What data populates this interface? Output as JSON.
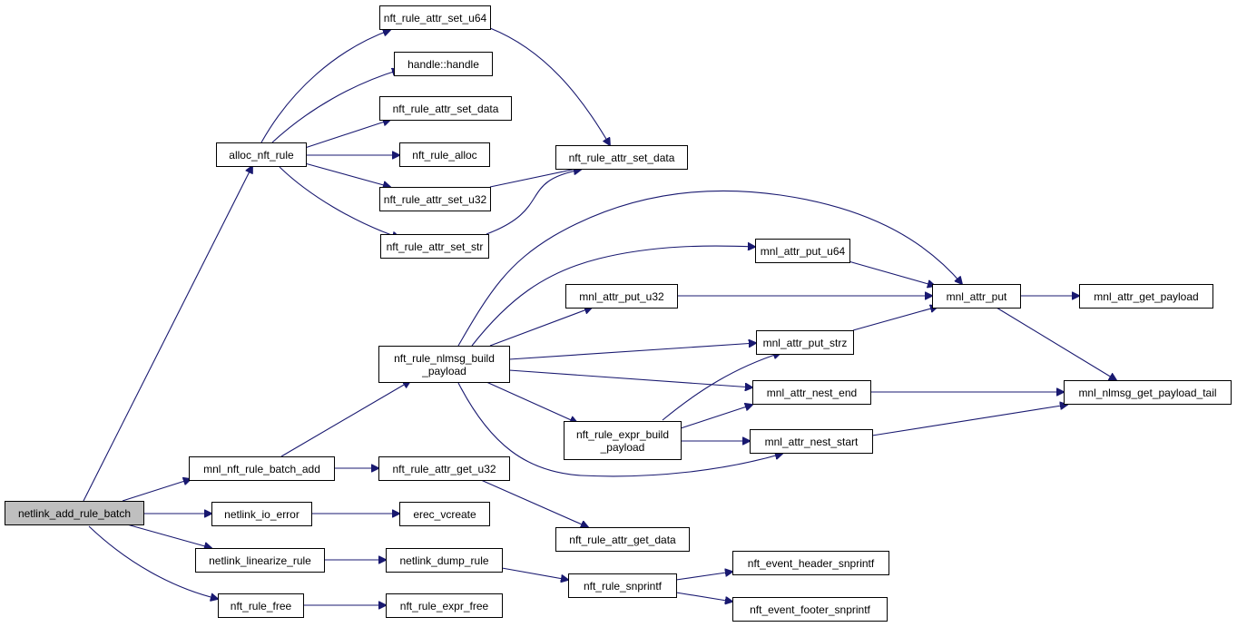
{
  "graph": {
    "nodes": {
      "n_netlink_add_rule_batch": "netlink_add_rule_batch",
      "n_alloc_nft_rule": "alloc_nft_rule",
      "n_mnl_nft_rule_batch_add": "mnl_nft_rule_batch_add",
      "n_netlink_io_error": "netlink_io_error",
      "n_netlink_linearize_rule": "netlink_linearize_rule",
      "n_nft_rule_free": "nft_rule_free",
      "n_nft_rule_attr_set_u64": "nft_rule_attr_set_u64",
      "n_handle_handle": "handle::handle",
      "n_nft_rule_attr_set_data_a": "nft_rule_attr_set_data",
      "n_nft_rule_alloc": "nft_rule_alloc",
      "n_nft_rule_attr_set_u32": "nft_rule_attr_set_u32",
      "n_nft_rule_attr_set_str": "nft_rule_attr_set_str",
      "n_nft_rule_attr_set_data_b": "nft_rule_attr_set_data",
      "n_nft_rule_nlmsg_build_payload": "nft_rule_nlmsg_build\n_payload",
      "n_nft_rule_attr_get_u32": "nft_rule_attr_get_u32",
      "n_nft_rule_attr_get_data": "nft_rule_attr_get_data",
      "n_erec_vcreate": "erec_vcreate",
      "n_netlink_dump_rule": "netlink_dump_rule",
      "n_nft_rule_expr_free": "nft_rule_expr_free",
      "n_mnl_attr_put_u64": "mnl_attr_put_u64",
      "n_mnl_attr_put_u32": "mnl_attr_put_u32",
      "n_mnl_attr_put_strz": "mnl_attr_put_strz",
      "n_mnl_attr_nest_end": "mnl_attr_nest_end",
      "n_nft_rule_expr_build_payload": "nft_rule_expr_build\n_payload",
      "n_mnl_attr_nest_start": "mnl_attr_nest_start",
      "n_nft_rule_snprintf": "nft_rule_snprintf",
      "n_mnl_attr_put": "mnl_attr_put",
      "n_nft_event_header_snprintf": "nft_event_header_snprintf",
      "n_nft_event_footer_snprintf": "nft_event_footer_snprintf",
      "n_mnl_attr_get_payload": "mnl_attr_get_payload",
      "n_mnl_nlmsg_get_payload_tail": "mnl_nlmsg_get_payload_tail"
    }
  },
  "colors": {
    "edge": "#191970",
    "root_fill": "#bfbfbf",
    "node_fill": "#ffffff"
  }
}
